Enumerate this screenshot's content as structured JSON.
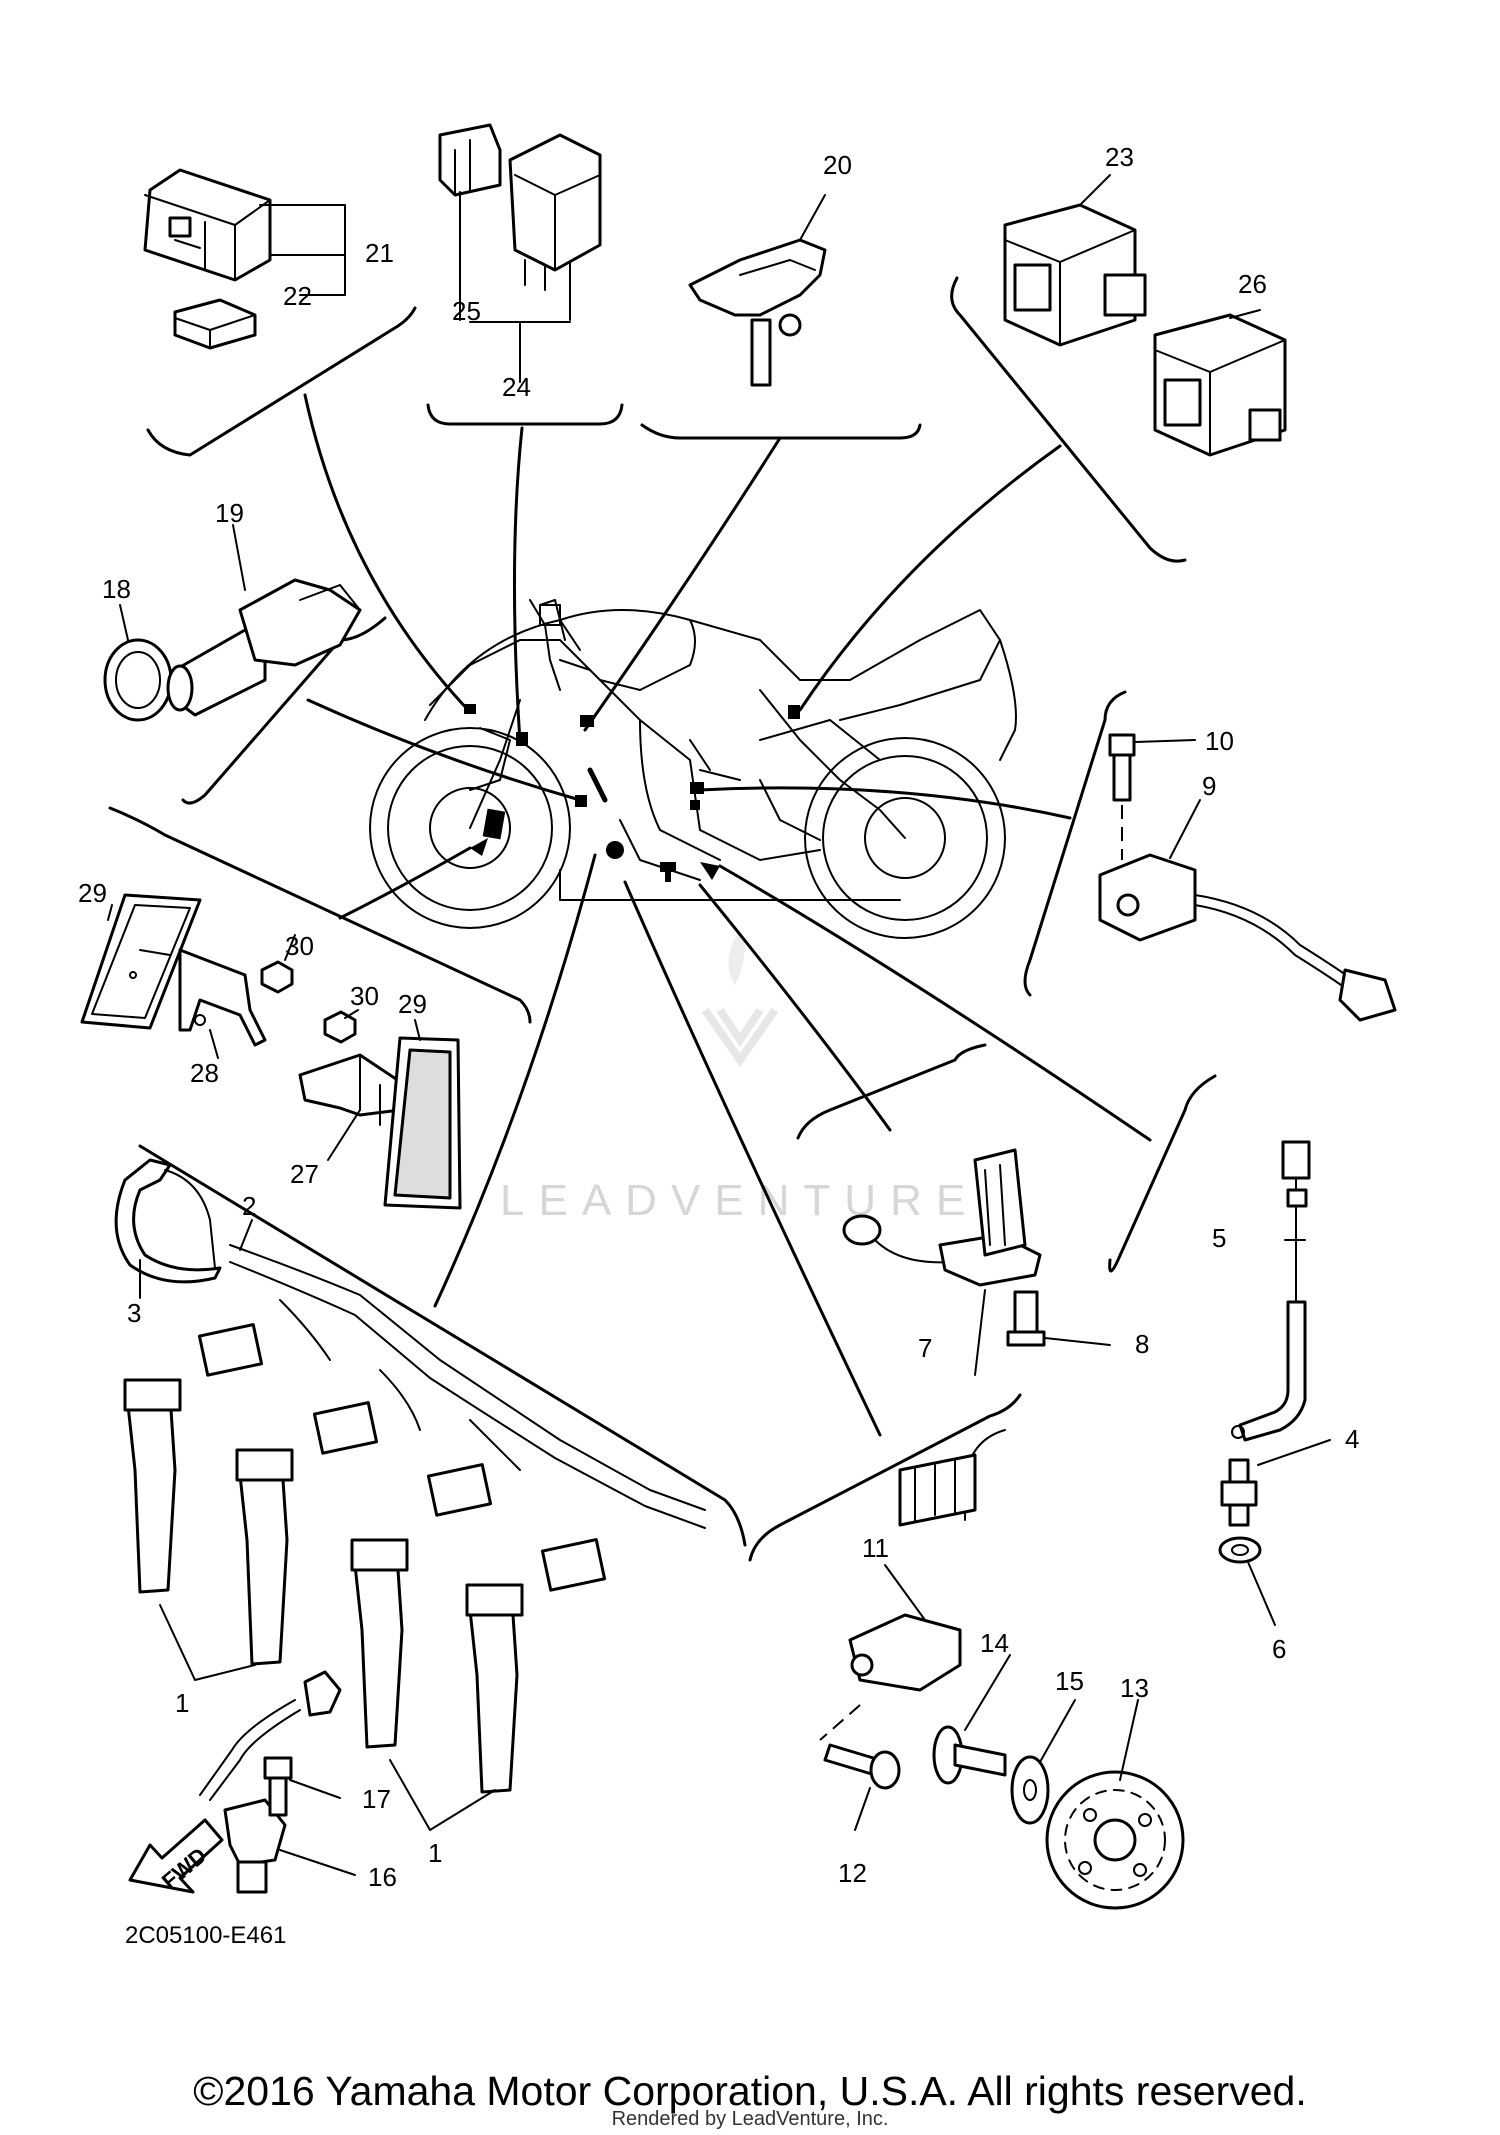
{
  "part_labels": {
    "p1a": "1",
    "p1b": "1",
    "p2": "2",
    "p3": "3",
    "p4": "4",
    "p5": "5",
    "p6": "6",
    "p7": "7",
    "p8": "8",
    "p9": "9",
    "p10": "10",
    "p11": "11",
    "p12": "12",
    "p13": "13",
    "p14": "14",
    "p15": "15",
    "p16": "16",
    "p17": "17",
    "p18": "18",
    "p19": "19",
    "p20": "20",
    "p21": "21",
    "p22": "22",
    "p23": "23",
    "p24": "24",
    "p25": "25",
    "p26": "26",
    "p27": "27",
    "p28": "28",
    "p29a": "29",
    "p29b": "29",
    "p30a": "30",
    "p30b": "30"
  },
  "fwd_label": "FWD",
  "diagram_code": "2C05100-E461",
  "watermark": "LEADVENTURE",
  "copyright": "©2016 Yamaha Motor Corporation, U.S.A. All rights reserved.",
  "rendered_by": "Rendered by LeadVenture, Inc."
}
